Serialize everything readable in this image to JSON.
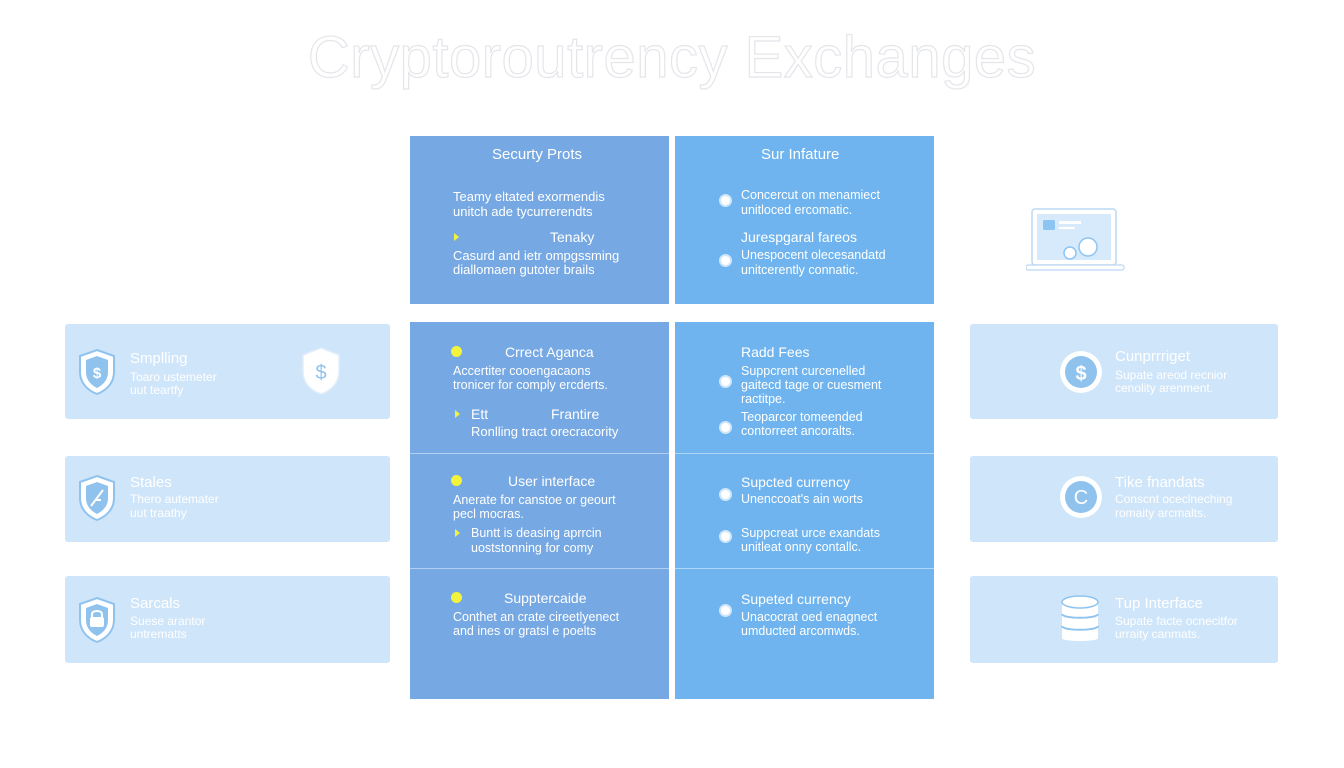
{
  "title": "Cryptoroutrency Exchanges",
  "grid": {
    "security": {
      "title": "Securty Prots",
      "intro": [
        "Teamy eltated exormendis",
        "unitch ade tycurrerendts"
      ],
      "sub": "Tenaky",
      "body": [
        "Casurd and ietr ompgssming",
        "diallomaen gutoter brails"
      ]
    },
    "infature": {
      "title": "Sur Infature",
      "item1": [
        "Concercut on menamiect",
        "unitloced ercomatic."
      ],
      "sub": "Jurespgaral fareos",
      "item2": [
        "Unespocent olecesandatd",
        "unitcerently connatic."
      ]
    },
    "agenda": {
      "title": "Crrect Aganca",
      "intro": [
        "Accertiter cooengacaons",
        "tronicer for comply ercderts."
      ],
      "sub_left": "Ett",
      "sub_right": "Frantire",
      "body": "Ronlling tract orecracority"
    },
    "fees": {
      "title": "Radd Fees",
      "item1": [
        "Suppcrent curcenelled",
        "gaitecd tage or cuesment",
        "ractitpe."
      ],
      "item2": [
        "Teoparcor tomeended",
        "contorreet ancoralts."
      ]
    },
    "ui": {
      "title": "User interface",
      "intro": [
        "Anerate for canstoe or geourt",
        "pecl mocras."
      ],
      "body": [
        "Buntt is deasing aprrcin",
        "uoststonning for comy"
      ]
    },
    "currency1": {
      "title": "Supcted currency",
      "item1": "Unenccoat's ain worts",
      "item2": [
        "Suppcreat urce exandats",
        "unitleat onny contallc."
      ]
    },
    "support": {
      "title": "Supptercaide",
      "body": [
        "Conthet an crate cireetlyenect",
        "and ines or gratsl e poelts"
      ]
    },
    "currency2": {
      "title": "Supeted currency",
      "item1": [
        "Unacocrat oed enagnect",
        "umducted arcomwds."
      ]
    }
  },
  "left": [
    {
      "title": "Smplling",
      "desc": [
        "Toaro ustemeter",
        "uut teartfy"
      ],
      "icon": "shield-dollar-icon"
    },
    {
      "title": "Stales",
      "desc": [
        "Thero autemater",
        "uut traathy"
      ],
      "icon": "shield-feather-icon"
    },
    {
      "title": "Sarcals",
      "desc": [
        "Suese arantor",
        "untrematts"
      ],
      "icon": "shield-lock-icon"
    }
  ],
  "right": [
    {
      "title": "Cunprrriget",
      "desc": [
        "Supate areod recnior",
        "cenolity arenment."
      ],
      "icon": "dollar-coin-icon"
    },
    {
      "title": "Tike fnandats",
      "desc": [
        "Conscnt oceclneching",
        "romaity arcmalts."
      ],
      "icon": "c-coin-icon"
    },
    {
      "title": "Tup Interface",
      "desc": [
        "Supate facte ocnecitfor",
        "urraity canmats."
      ],
      "icon": "database-icon"
    }
  ],
  "colors": {
    "column_a": "#76a8e3",
    "column_b": "#6fb4ee",
    "side_panel": "#cfe5fa",
    "accent_yellow": "#f2f33a"
  }
}
